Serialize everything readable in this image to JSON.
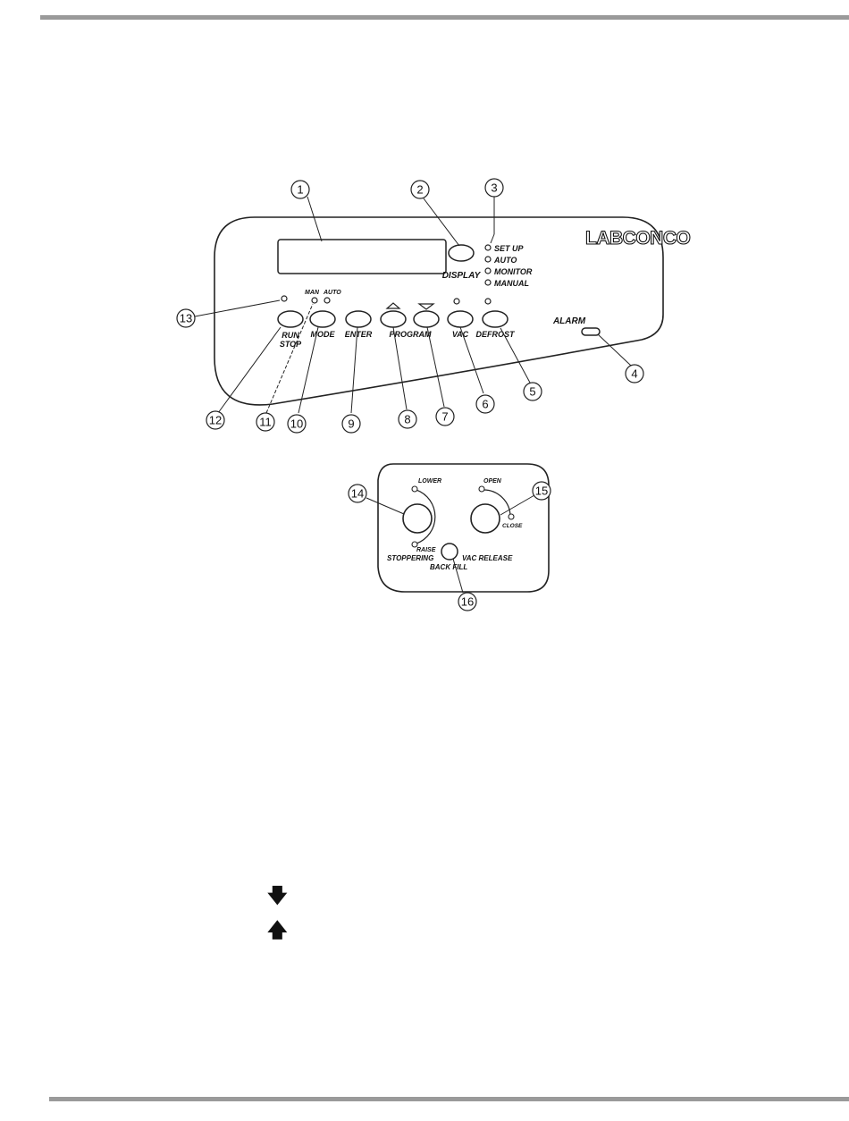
{
  "brand": "LABCONCO",
  "panel": {
    "display_label": "DISPLAY",
    "mode_leds": [
      "SET UP",
      "AUTO",
      "MONITOR",
      "MANUAL"
    ],
    "man_label": "MAN",
    "auto_label": "AUTO",
    "buttons": {
      "run_stop_line1": "RUN",
      "run_stop_line2": "STOP",
      "mode": "MODE",
      "enter": "ENTER",
      "program": "PROGRAM",
      "vac": "VAC",
      "defrost": "DEFROST"
    },
    "alarm_label": "ALARM"
  },
  "stopper_panel": {
    "lower": "LOWER",
    "raise": "RAISE",
    "stoppering": "STOPPERING",
    "open": "OPEN",
    "close": "CLOSE",
    "vac_release": "VAC RELEASE",
    "back_fill": "BACK FILL"
  },
  "callouts": [
    "1",
    "2",
    "3",
    "4",
    "5",
    "6",
    "7",
    "8",
    "9",
    "10",
    "11",
    "12",
    "13",
    "14",
    "15",
    "16"
  ],
  "icons": [
    "down-arrow-icon",
    "up-arrow-icon"
  ]
}
